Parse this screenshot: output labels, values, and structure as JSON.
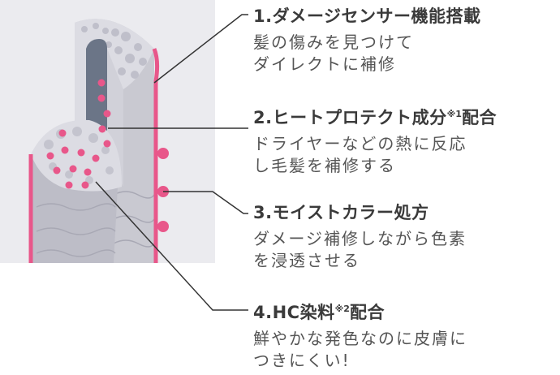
{
  "features": [
    {
      "num": "1.",
      "title": "ダメージセンサー機能搭載",
      "note": "",
      "title_suffix": "",
      "desc": [
        "髪の傷みを見つけて",
        "ダイレクトに補修"
      ]
    },
    {
      "num": "2.",
      "title": "ヒートプロテクト成分",
      "note": "※1",
      "title_suffix": "配合",
      "desc": [
        "ドライヤーなどの熱に反応",
        "し毛髪を補修する"
      ]
    },
    {
      "num": "3.",
      "title": "モイストカラー処方",
      "note": "",
      "title_suffix": "",
      "desc": [
        "ダメージ補修しながら色素",
        "を浸透させる"
      ]
    },
    {
      "num": "4.",
      "title": "HC染料",
      "note": "※2",
      "title_suffix": "配合",
      "desc": [
        "鮮やかな発色なのに皮膚に",
        "つきにくい!"
      ]
    }
  ],
  "colors": {
    "accent_pink": "#e8578a",
    "hair_gray": "#c8c8d0",
    "core_dark": "#6b7587",
    "panel_bg": "#ebebef",
    "leader_line": "#333333"
  }
}
